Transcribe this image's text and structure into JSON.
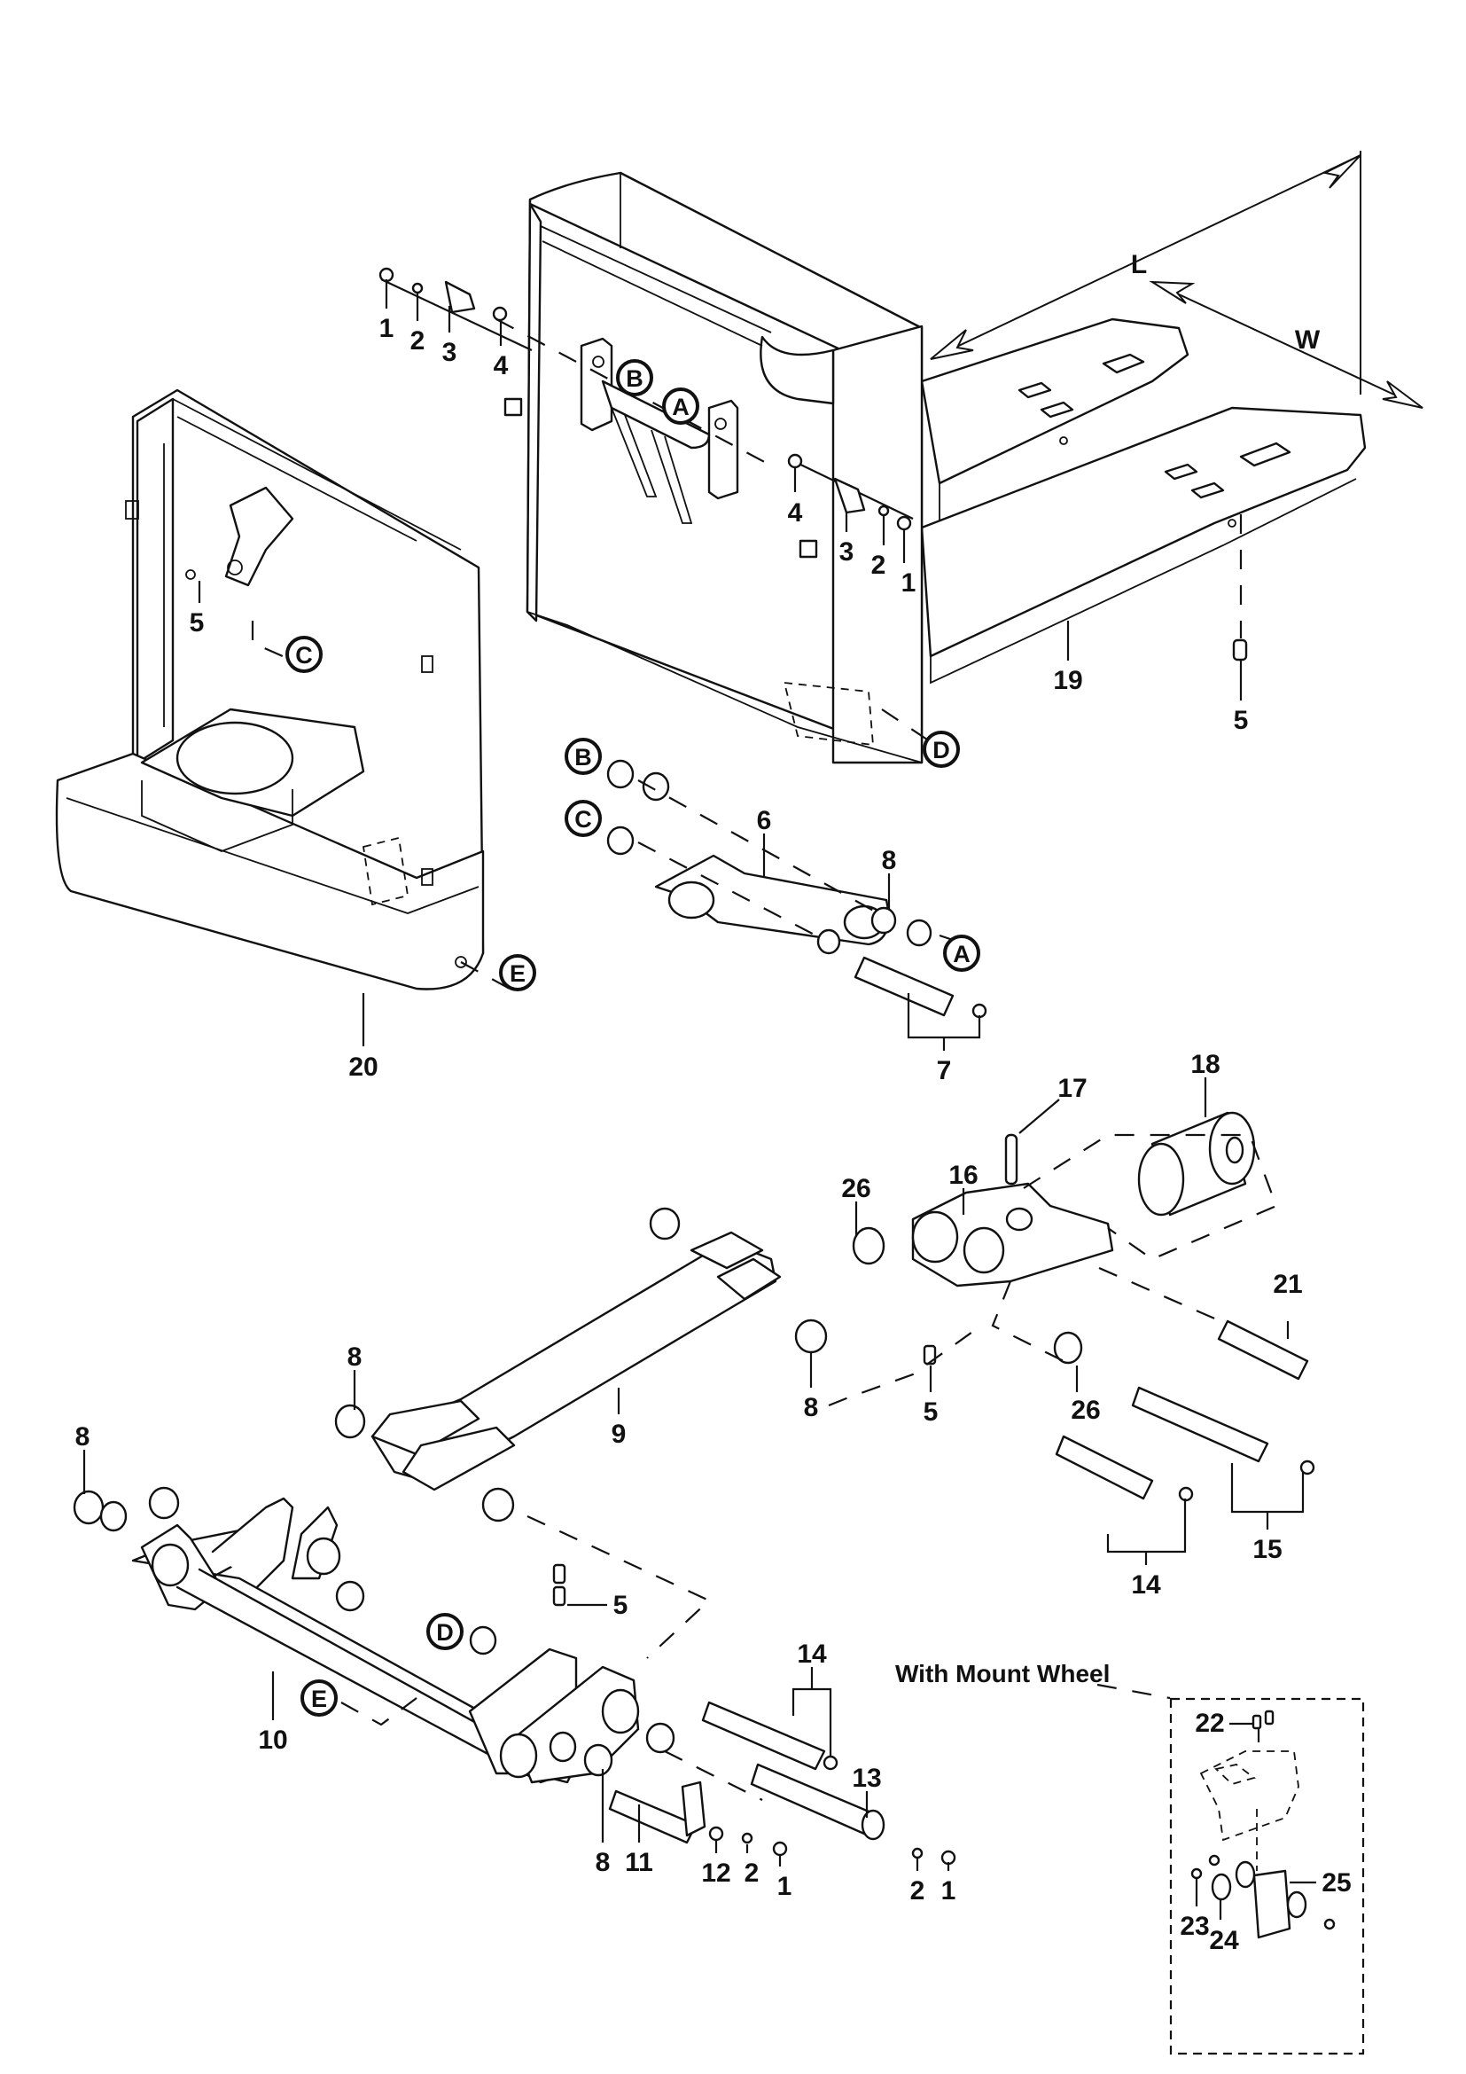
{
  "diagram": {
    "title": "Frame, fork and lift linkage exploded view",
    "dimensions": {
      "length_label": "L",
      "width_label": "W"
    },
    "caption_mount_wheel": "With Mount Wheel",
    "reference_markers": [
      {
        "id": "A",
        "label": "A"
      },
      {
        "id": "B",
        "label": "B"
      },
      {
        "id": "C",
        "label": "C"
      },
      {
        "id": "D",
        "label": "D"
      },
      {
        "id": "E",
        "label": "E"
      }
    ],
    "callouts": {
      "c1a": "1",
      "c2a": "2",
      "c3a": "3",
      "c4a": "4",
      "c4b": "4",
      "c3b": "3",
      "c2b": "2",
      "c1b": "1",
      "c5a": "5",
      "c19": "19",
      "c5b": "5",
      "c20": "20",
      "c6": "6",
      "c8a": "8",
      "c7": "7",
      "c17": "17",
      "c18": "18",
      "c16": "16",
      "c26a": "26",
      "c21": "21",
      "c8b": "8",
      "c9": "9",
      "c8c": "8",
      "c5c": "5",
      "c26b": "26",
      "c8d": "8",
      "c14a": "14",
      "c15": "15",
      "c5d": "5",
      "c10": "10",
      "c14b": "14",
      "c13": "13",
      "c2c": "2",
      "c1c": "1",
      "c8e": "8",
      "c11": "11",
      "c12": "12",
      "c2d": "2",
      "c1d": "1",
      "c22": "22",
      "c25": "25",
      "c23": "23",
      "c24": "24"
    }
  }
}
